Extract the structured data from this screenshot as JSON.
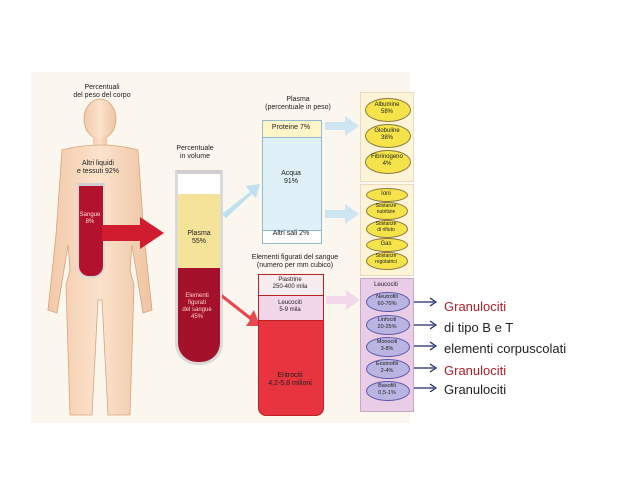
{
  "body_panel": {
    "title": "Percentuali\ndel peso del corpo",
    "other_tissues": "Altri liquidi\ne tessuti 92%",
    "blood": "Sangue\n8%"
  },
  "tube": {
    "title": "Percentuale\nin volume",
    "plasma": "Plasma\n55%",
    "elements": "Elementi\nfigurati\ndel sangue\n45%"
  },
  "plasma_column": {
    "title": "Plasma\n(percentuale in peso)",
    "proteins": "Proteine 7%",
    "water": "Acqua\n91%",
    "salts": "Altri sali 2%"
  },
  "proteins_list": [
    {
      "label": "Albumine\n58%"
    },
    {
      "label": "Globuline\n38%"
    },
    {
      "label": "Fibrinogeno\n4%"
    }
  ],
  "solutes_list": [
    {
      "label": "Ioni"
    },
    {
      "label": "Sostanze\nnutritizie"
    },
    {
      "label": "Sostanze\ndi rifiuto"
    },
    {
      "label": "Gas"
    },
    {
      "label": "Sostanze\nregolatrici"
    }
  ],
  "cells_column": {
    "title": "Elementi figurati del sangue\n(numero per mm cubico)",
    "platelets": "Piastrine\n250-400 mila",
    "leukocytes": "Leucociti\n5-9 mila",
    "erythrocytes": "Eritrociti\n4,2-5,8 milioni"
  },
  "leukocytes_panel": {
    "title": "Leucociti",
    "items": [
      {
        "label": "Neutrofili\n60-70%"
      },
      {
        "label": "Linfociti\n20-25%"
      },
      {
        "label": "Monociti\n3-8%"
      },
      {
        "label": "Eosinofili\n2-4%"
      },
      {
        "label": "Basofili\n0,5-1%"
      }
    ]
  },
  "annotations": [
    {
      "text": "Granulociti",
      "color": "#b11c2a"
    },
    {
      "text": "di tipo B e T",
      "color": "#222222"
    },
    {
      "text": "elementi corpuscolati",
      "color": "#222222"
    },
    {
      "text": "Granulociti",
      "color": "#b11c2a"
    },
    {
      "text": "Granulociti",
      "color": "#222222"
    }
  ]
}
